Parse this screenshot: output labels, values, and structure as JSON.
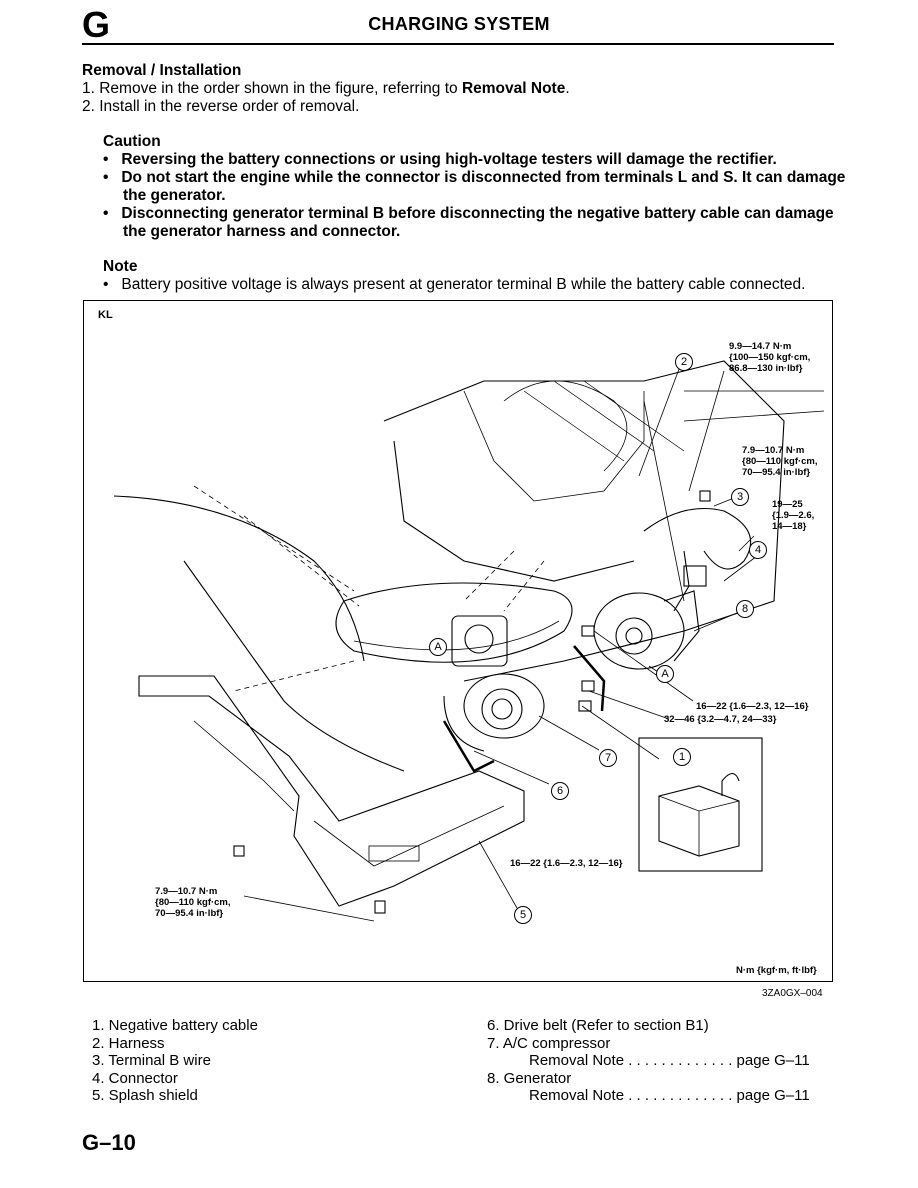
{
  "header": {
    "section_letter": "G",
    "title": "CHARGING SYSTEM"
  },
  "removal": {
    "heading": "Removal / Installation",
    "step1_prefix": "1. Remove in the order shown in the figure, referring to ",
    "step1_bold": "Removal Note",
    "step1_suffix": ".",
    "step2": "2. Install in the reverse order of removal."
  },
  "caution": {
    "heading": "Caution",
    "items": [
      "Reversing the battery connections or using high-voltage testers will damage the rectifier.",
      "Do not start the engine while the connector is disconnected from terminals L and S. It can damage the generator.",
      "Disconnecting generator terminal B before disconnecting the negative battery cable can damage the generator harness and connector."
    ]
  },
  "note": {
    "heading": "Note",
    "items": [
      "Battery positive voltage is always present at generator terminal B while the battery cable connected."
    ]
  },
  "figure": {
    "corner_label": "KL",
    "figure_code": "3ZA0GX–004",
    "units_note": "N·m {kgf·m, ft·lbf}",
    "torque_2": [
      "9.9—14.7 N·m",
      "{100—150 kgf·cm,",
      "86.8—130 in·lbf}"
    ],
    "torque_3": [
      "7.9—10.7 N·m",
      "{80—110 kgf·cm,",
      "70—95.4 in·lbf}"
    ],
    "torque_4": [
      "19—25",
      "{1.9—2.6,",
      "14—18}"
    ],
    "torque_8a": "16—22 {1.6—2.3, 12—16}",
    "torque_8b": "32—46 {3.2—4.7, 24—33}",
    "torque_7": "16—22 {1.6—2.3, 12—16}",
    "torque_5": [
      "7.9—10.7 N·m",
      "{80—110 kgf·cm,",
      "70—95.4 in·lbf}"
    ],
    "callouts": [
      "1",
      "2",
      "3",
      "4",
      "5",
      "6",
      "7",
      "8"
    ],
    "point_label": "A"
  },
  "legend": {
    "left": [
      "1.  Negative battery cable",
      "2.  Harness",
      "3.  Terminal B wire",
      "4.  Connector",
      "5.  Splash shield"
    ],
    "right": {
      "item6": "6.  Drive belt (Refer to section B1)",
      "item7": "7.  A/C compressor",
      "item7_note": "Removal Note  . . . . . . . . . . . . .  page G–11",
      "item8": "8.  Generator",
      "item8_note": "Removal Note  . . . . . . . . . . . . .  page G–11"
    }
  },
  "footer": {
    "page_number": "G–10"
  }
}
